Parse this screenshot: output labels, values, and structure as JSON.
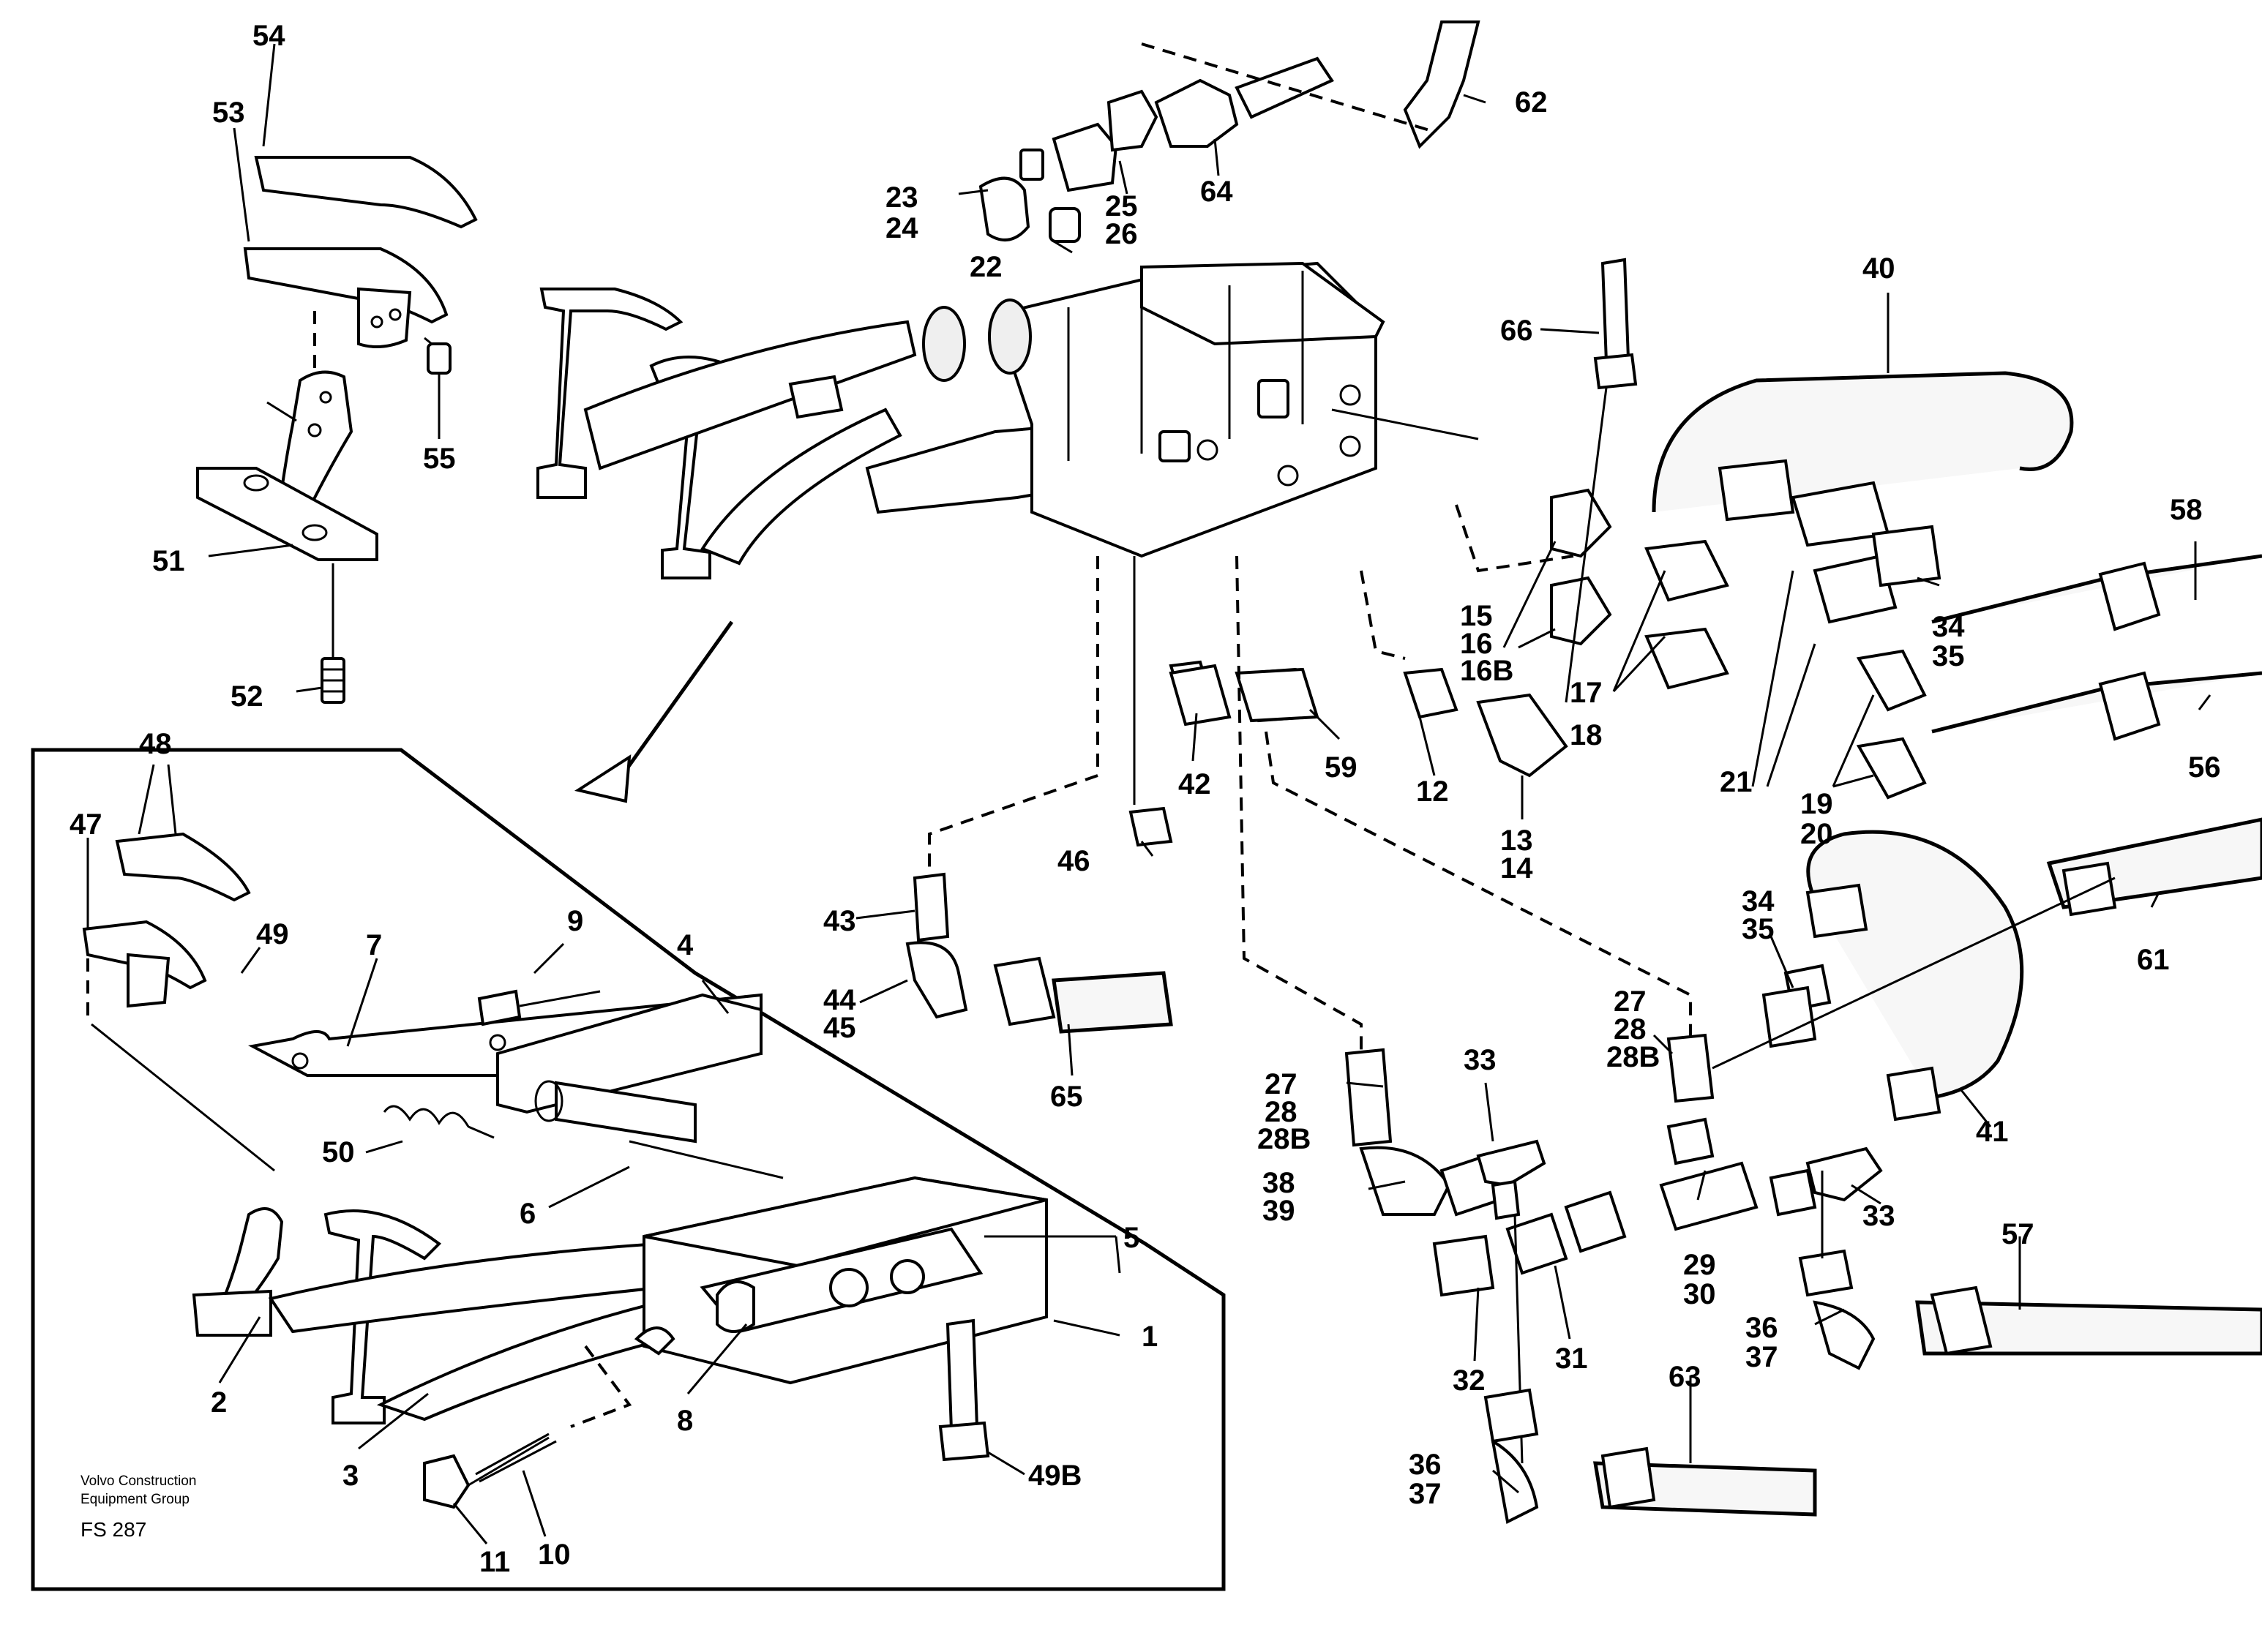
{
  "labels": [
    {
      "id": "54",
      "text": "54"
    },
    {
      "id": "53",
      "text": "53"
    },
    {
      "id": "55",
      "text": "55"
    },
    {
      "id": "51",
      "text": "51"
    },
    {
      "id": "52",
      "text": "52"
    },
    {
      "id": "23",
      "text": "23"
    },
    {
      "id": "24",
      "text": "24"
    },
    {
      "id": "22",
      "text": "22"
    },
    {
      "id": "25",
      "text": "25"
    },
    {
      "id": "26",
      "text": "26"
    },
    {
      "id": "64",
      "text": "64"
    },
    {
      "id": "62",
      "text": "62"
    },
    {
      "id": "66",
      "text": "66"
    },
    {
      "id": "40",
      "text": "40"
    },
    {
      "id": "58",
      "text": "58"
    },
    {
      "id": "15",
      "text": "15"
    },
    {
      "id": "16",
      "text": "16"
    },
    {
      "id": "16B",
      "text": "16B"
    },
    {
      "id": "17",
      "text": "17"
    },
    {
      "id": "18",
      "text": "18"
    },
    {
      "id": "34a",
      "text": "34"
    },
    {
      "id": "35a",
      "text": "35"
    },
    {
      "id": "21",
      "text": "21"
    },
    {
      "id": "19",
      "text": "19"
    },
    {
      "id": "20",
      "text": "20"
    },
    {
      "id": "56",
      "text": "56"
    },
    {
      "id": "42",
      "text": "42"
    },
    {
      "id": "59",
      "text": "59"
    },
    {
      "id": "12",
      "text": "12"
    },
    {
      "id": "13",
      "text": "13"
    },
    {
      "id": "14",
      "text": "14"
    },
    {
      "id": "46",
      "text": "46"
    },
    {
      "id": "43",
      "text": "43"
    },
    {
      "id": "44",
      "text": "44"
    },
    {
      "id": "45",
      "text": "45"
    },
    {
      "id": "65",
      "text": "65"
    },
    {
      "id": "34b",
      "text": "34"
    },
    {
      "id": "35b",
      "text": "35"
    },
    {
      "id": "61",
      "text": "61"
    },
    {
      "id": "27a",
      "text": "27"
    },
    {
      "id": "28a",
      "text": "28"
    },
    {
      "id": "28Ba",
      "text": "28B"
    },
    {
      "id": "27b",
      "text": "27"
    },
    {
      "id": "28b",
      "text": "28"
    },
    {
      "id": "28Bb",
      "text": "28B"
    },
    {
      "id": "33a",
      "text": "33"
    },
    {
      "id": "38",
      "text": "38"
    },
    {
      "id": "39",
      "text": "39"
    },
    {
      "id": "41",
      "text": "41"
    },
    {
      "id": "33b",
      "text": "33"
    },
    {
      "id": "29",
      "text": "29"
    },
    {
      "id": "30",
      "text": "30"
    },
    {
      "id": "57",
      "text": "57"
    },
    {
      "id": "32",
      "text": "32"
    },
    {
      "id": "31",
      "text": "31"
    },
    {
      "id": "36a",
      "text": "36"
    },
    {
      "id": "37a",
      "text": "37"
    },
    {
      "id": "63",
      "text": "63"
    },
    {
      "id": "36b",
      "text": "36"
    },
    {
      "id": "37b",
      "text": "37"
    },
    {
      "id": "48",
      "text": "48"
    },
    {
      "id": "47",
      "text": "47"
    },
    {
      "id": "49",
      "text": "49"
    },
    {
      "id": "7",
      "text": "7"
    },
    {
      "id": "9",
      "text": "9"
    },
    {
      "id": "4",
      "text": "4"
    },
    {
      "id": "50",
      "text": "50"
    },
    {
      "id": "6",
      "text": "6"
    },
    {
      "id": "5",
      "text": "5"
    },
    {
      "id": "1",
      "text": "1"
    },
    {
      "id": "2",
      "text": "2"
    },
    {
      "id": "3",
      "text": "3"
    },
    {
      "id": "8",
      "text": "8"
    },
    {
      "id": "49B",
      "text": "49B"
    },
    {
      "id": "11",
      "text": "11"
    },
    {
      "id": "10",
      "text": "10"
    }
  ],
  "footer": {
    "company_line1": "Volvo Construction",
    "company_line2": "Equipment Group",
    "figure_code": "FS 287"
  }
}
